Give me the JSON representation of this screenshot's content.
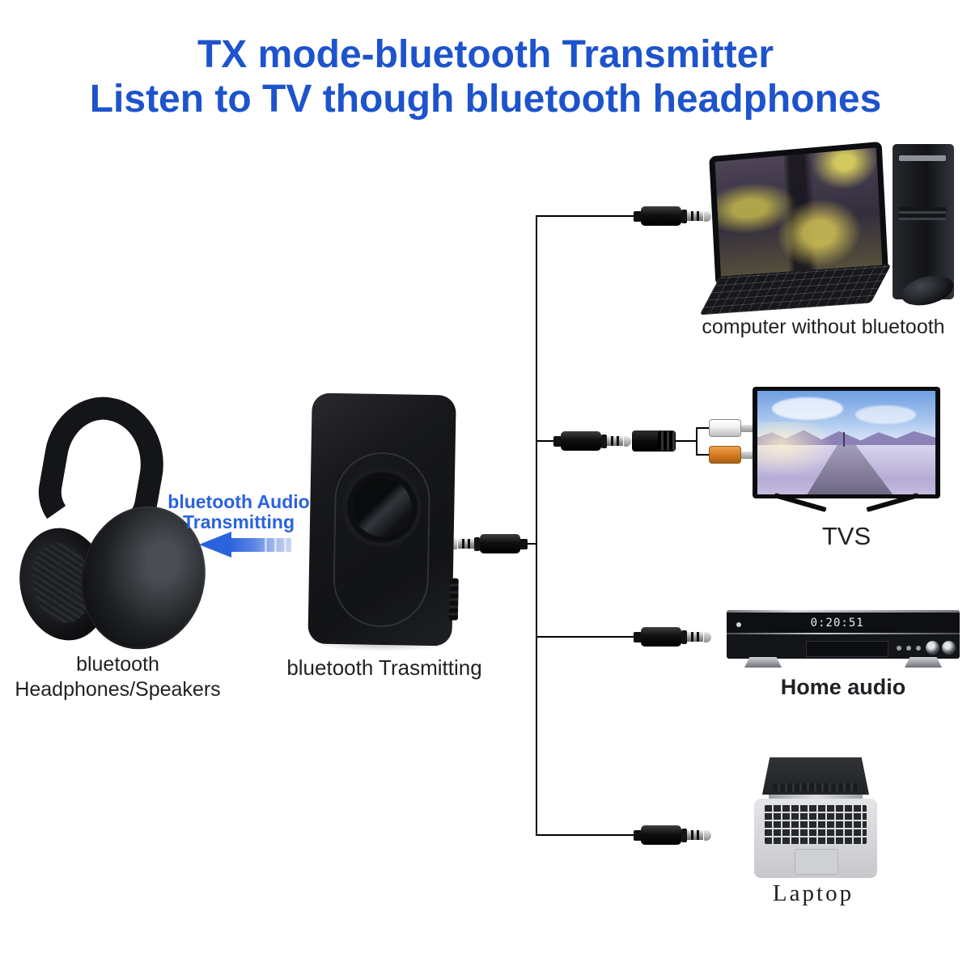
{
  "title": {
    "line1": "TX mode-bluetooth Transmitter",
    "line2": "Listen to TV though bluetooth headphones"
  },
  "arrow": {
    "line1": "bluetooth Audio",
    "line2": "Transmitting"
  },
  "headphones": {
    "label_line1": "bluetooth",
    "label_line2": "Headphones/Speakers"
  },
  "transmitter": {
    "label": "bluetooth Trasmitting"
  },
  "computer": {
    "label": "computer without bluetooth"
  },
  "tv": {
    "label": "TVS"
  },
  "home_audio": {
    "label": "Home audio",
    "display": "0:20:51"
  },
  "laptop": {
    "label": "Laptop"
  },
  "icons": {
    "aux_jack": "3.5mm-jack-icon",
    "jack_coupler": "jack-coupler-icon",
    "rca_white": "rca-plug-white-icon",
    "rca_orange": "rca-plug-orange-icon",
    "arrow_left": "left-arrow-icon"
  },
  "colors": {
    "title_blue": "#1d53cc",
    "arrow_blue": "#2a63dd",
    "label_dark": "#1f2124",
    "cable_black": "#000000",
    "rca_white": "#f2f2f2",
    "rca_orange": "#d2791f"
  }
}
